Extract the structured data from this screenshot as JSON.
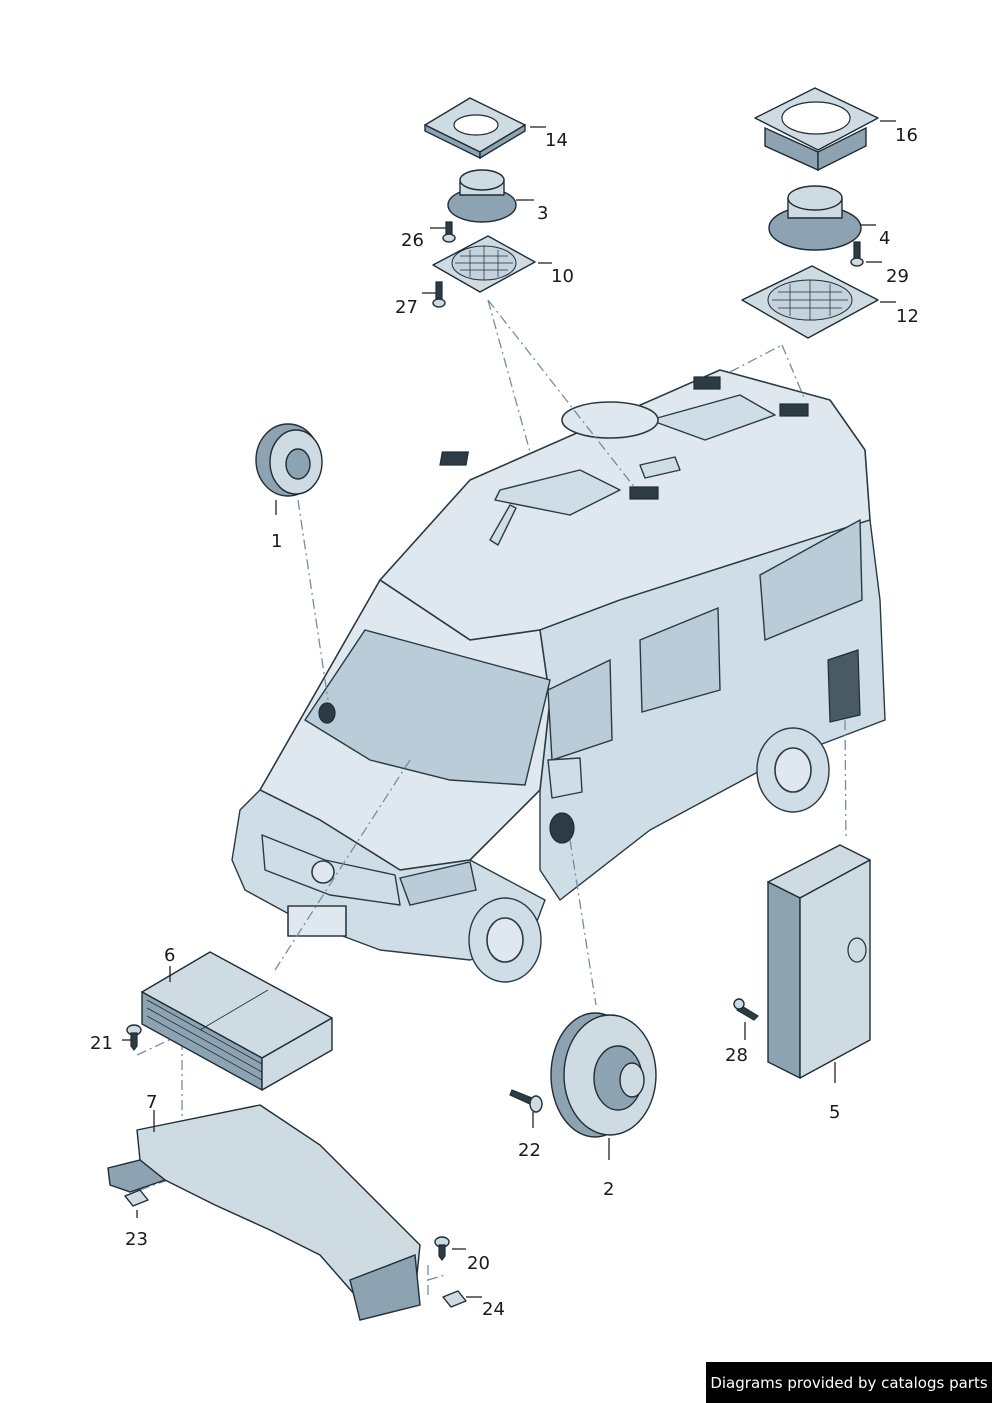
{
  "labels": {
    "p1": "1",
    "p2": "2",
    "p3": "3",
    "p4": "4",
    "p5": "5",
    "p6": "6",
    "p7": "7",
    "p10": "10",
    "p12": "12",
    "p14": "14",
    "p16": "16",
    "p20": "20",
    "p21": "21",
    "p22": "22",
    "p23": "23",
    "p24": "24",
    "p26": "26",
    "p27": "27",
    "p28": "28",
    "p29": "29"
  },
  "credit": "Diagrams provided by catalogs parts",
  "colors": {
    "body": "#dfe8ee",
    "outline": "#2a3a44",
    "leader": "#6f8fa6",
    "banner": "#000000"
  }
}
